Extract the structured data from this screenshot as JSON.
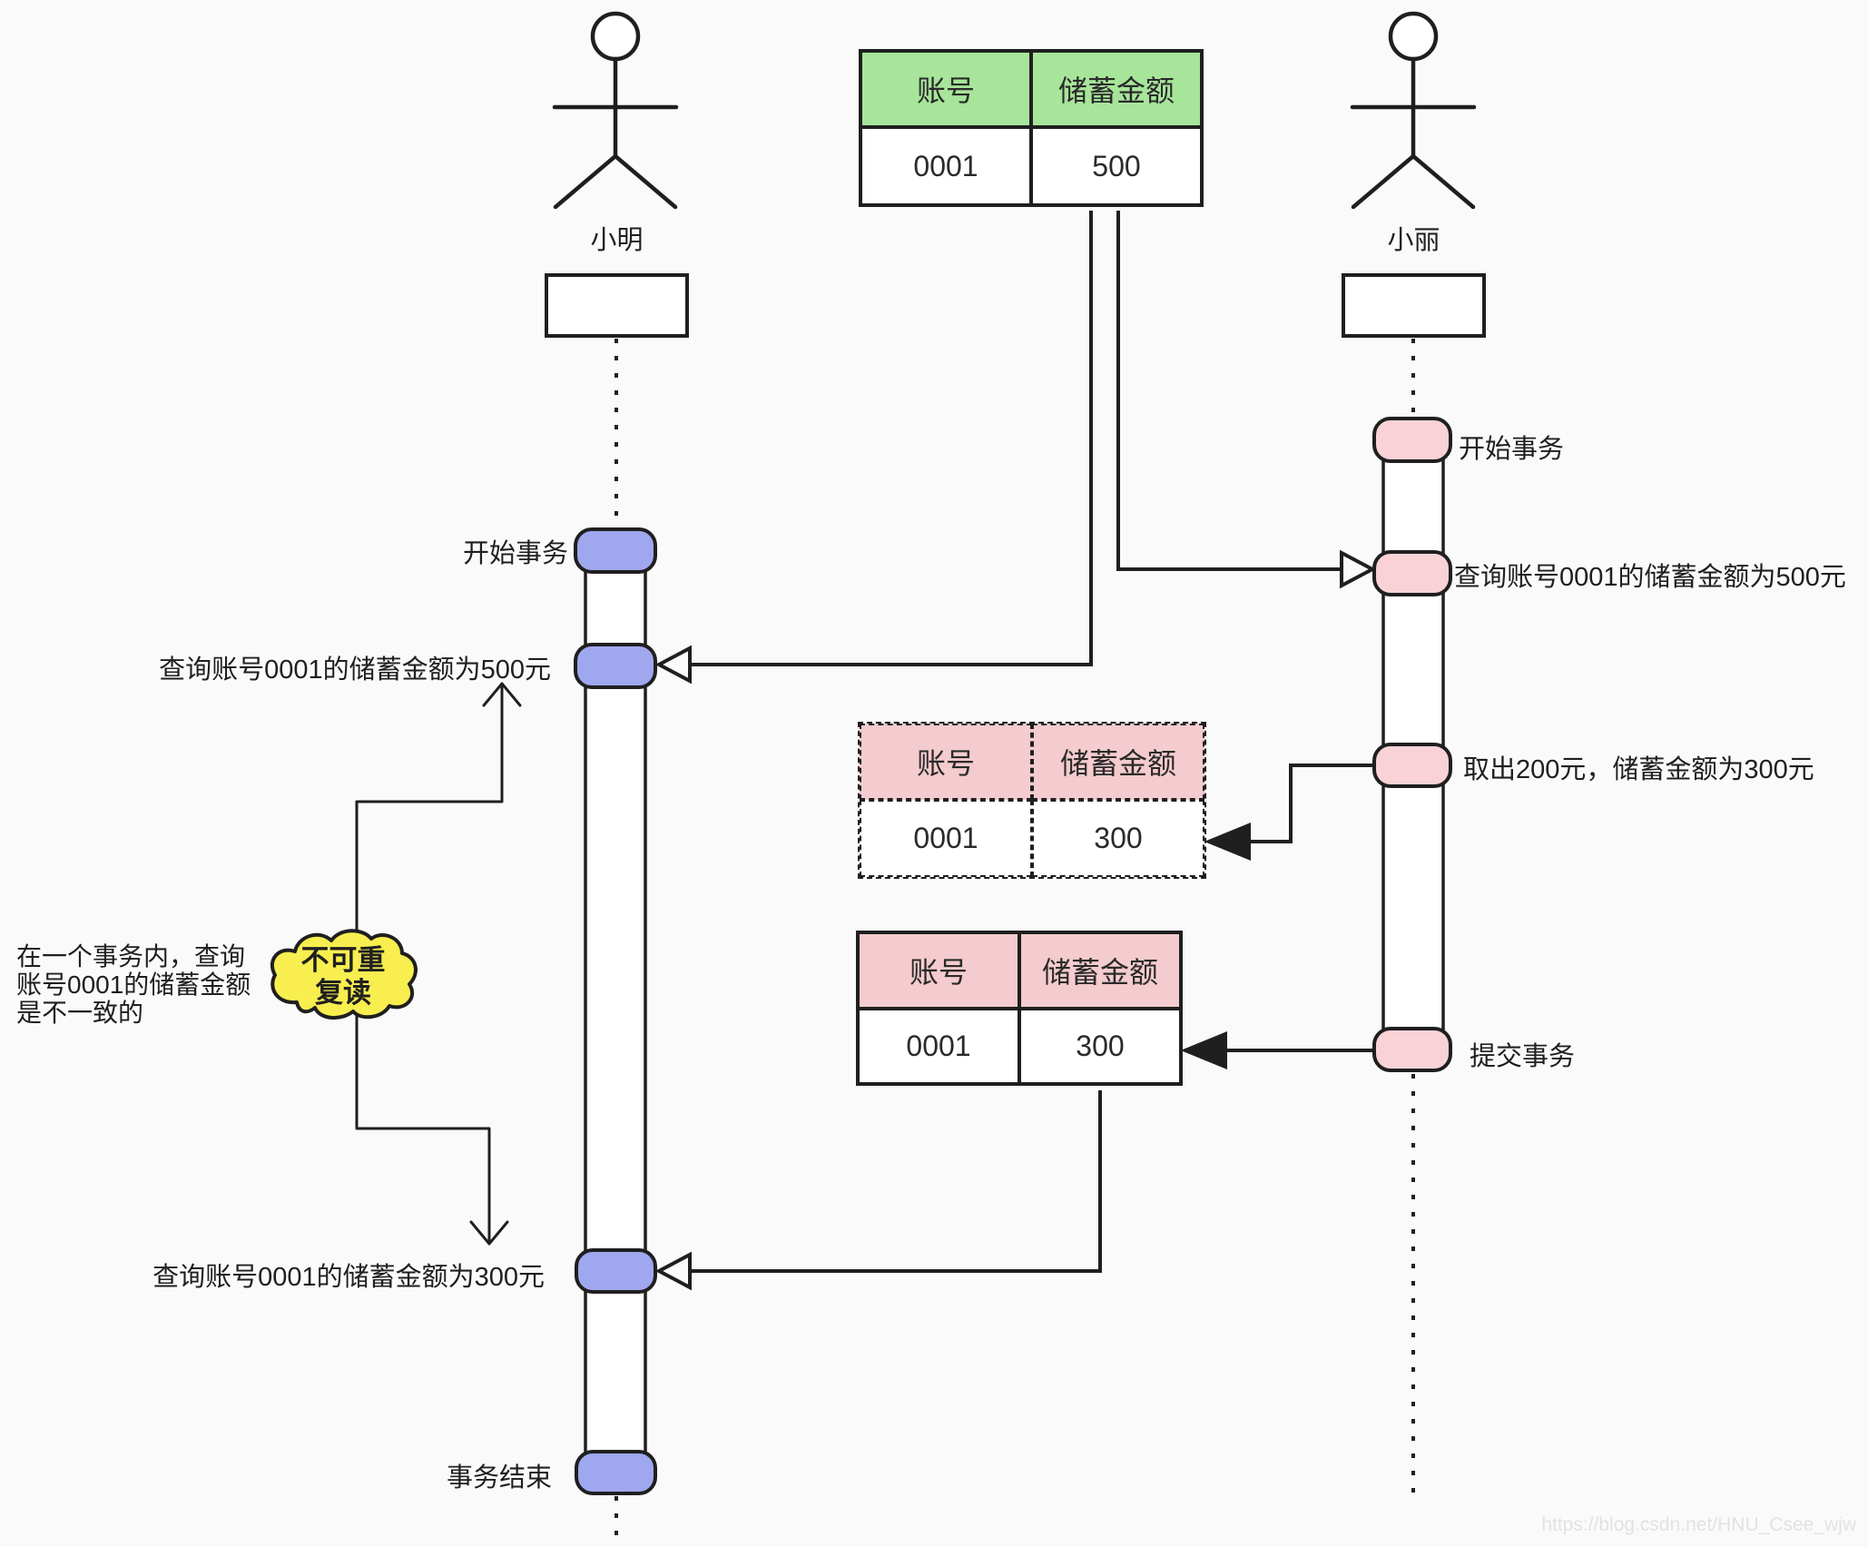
{
  "diagram_title": "",
  "colors": {
    "background": "#fafafa",
    "line": "#1f1f1f",
    "blue_node": "#9fa7ef",
    "pink_node": "#f8d2d6",
    "green_table_header": "#a7e59a",
    "pink_table_header": "#f4cbce",
    "cloud_fill": "#f8ee4f",
    "watermark": "#e2e2e2"
  },
  "actors": {
    "left": {
      "name": "小明"
    },
    "right": {
      "name": "小丽"
    }
  },
  "left_lifeline": {
    "events": [
      {
        "label": "开始事务"
      },
      {
        "label": "查询账号0001的储蓄金额为500元"
      },
      {
        "label": "查询账号0001的储蓄金额为300元"
      },
      {
        "label": "事务结束"
      }
    ]
  },
  "right_lifeline": {
    "events": [
      {
        "label": "开始事务"
      },
      {
        "label": "查询账号0001的储蓄金额为500元"
      },
      {
        "label": "取出200元，储蓄金额为300元"
      },
      {
        "label": "提交事务"
      }
    ]
  },
  "tables": {
    "initial": {
      "headers": [
        "账号",
        "储蓄金额"
      ],
      "rows": [
        [
          "0001",
          "500"
        ]
      ]
    },
    "after_withdraw": {
      "headers": [
        "账号",
        "储蓄金额"
      ],
      "rows": [
        [
          "0001",
          "300"
        ]
      ]
    },
    "committed": {
      "headers": [
        "账号",
        "储蓄金额"
      ],
      "rows": [
        [
          "0001",
          "300"
        ]
      ]
    }
  },
  "annotation": {
    "note": "在一个事务内，查询\n账号0001的储蓄金额\n是不一致的",
    "cloud": "不可重\n复读"
  },
  "watermark": "https://blog.csdn.net/HNU_Csee_wjw"
}
